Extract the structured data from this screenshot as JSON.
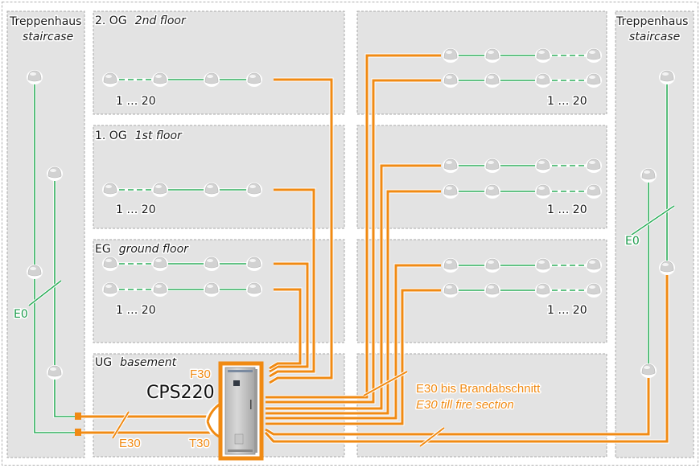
{
  "title": "CPS220 central power supply system wiring diagram",
  "colors": {
    "emergency_circuit": "#f08a13",
    "standard_circuit": "#2fae5c",
    "zone_fill": "#e3e3e3",
    "zone_border": "#a8a8a8"
  },
  "staircase_left": {
    "label_de": "Treppenhaus",
    "label_en": "staircase",
    "circuit_label": "E0"
  },
  "staircase_right": {
    "label_de": "Treppenhaus",
    "label_en": "staircase",
    "circuit_label": "E0"
  },
  "floors": [
    {
      "id": "og2",
      "label_de": "2. OG",
      "label_en": "2nd floor",
      "count_label_left": "1 … 20",
      "count_label_right": "1 … 20"
    },
    {
      "id": "og1",
      "label_de": "1. OG",
      "label_en": "1st floor",
      "count_label_left": "1 … 20",
      "count_label_right": "1 … 20"
    },
    {
      "id": "eg",
      "label_de": "EG",
      "label_en": "ground floor",
      "count_label_left": "1 … 20",
      "count_label_right": "1 … 20"
    },
    {
      "id": "ug",
      "label_de": "UG",
      "label_en": "basement"
    }
  ],
  "device": {
    "name": "CPS220",
    "label_top": "F30",
    "label_bottom": "T30",
    "icon": "emergency-cabinet-icon"
  },
  "cable_labels": {
    "basement": "E30",
    "fire_section_de": "E30 bis Brandabschnitt",
    "fire_section_en": "E30 till fire section"
  },
  "luminaire_icon": "emergency-luminaire-icon",
  "series_range": "1 … 20"
}
